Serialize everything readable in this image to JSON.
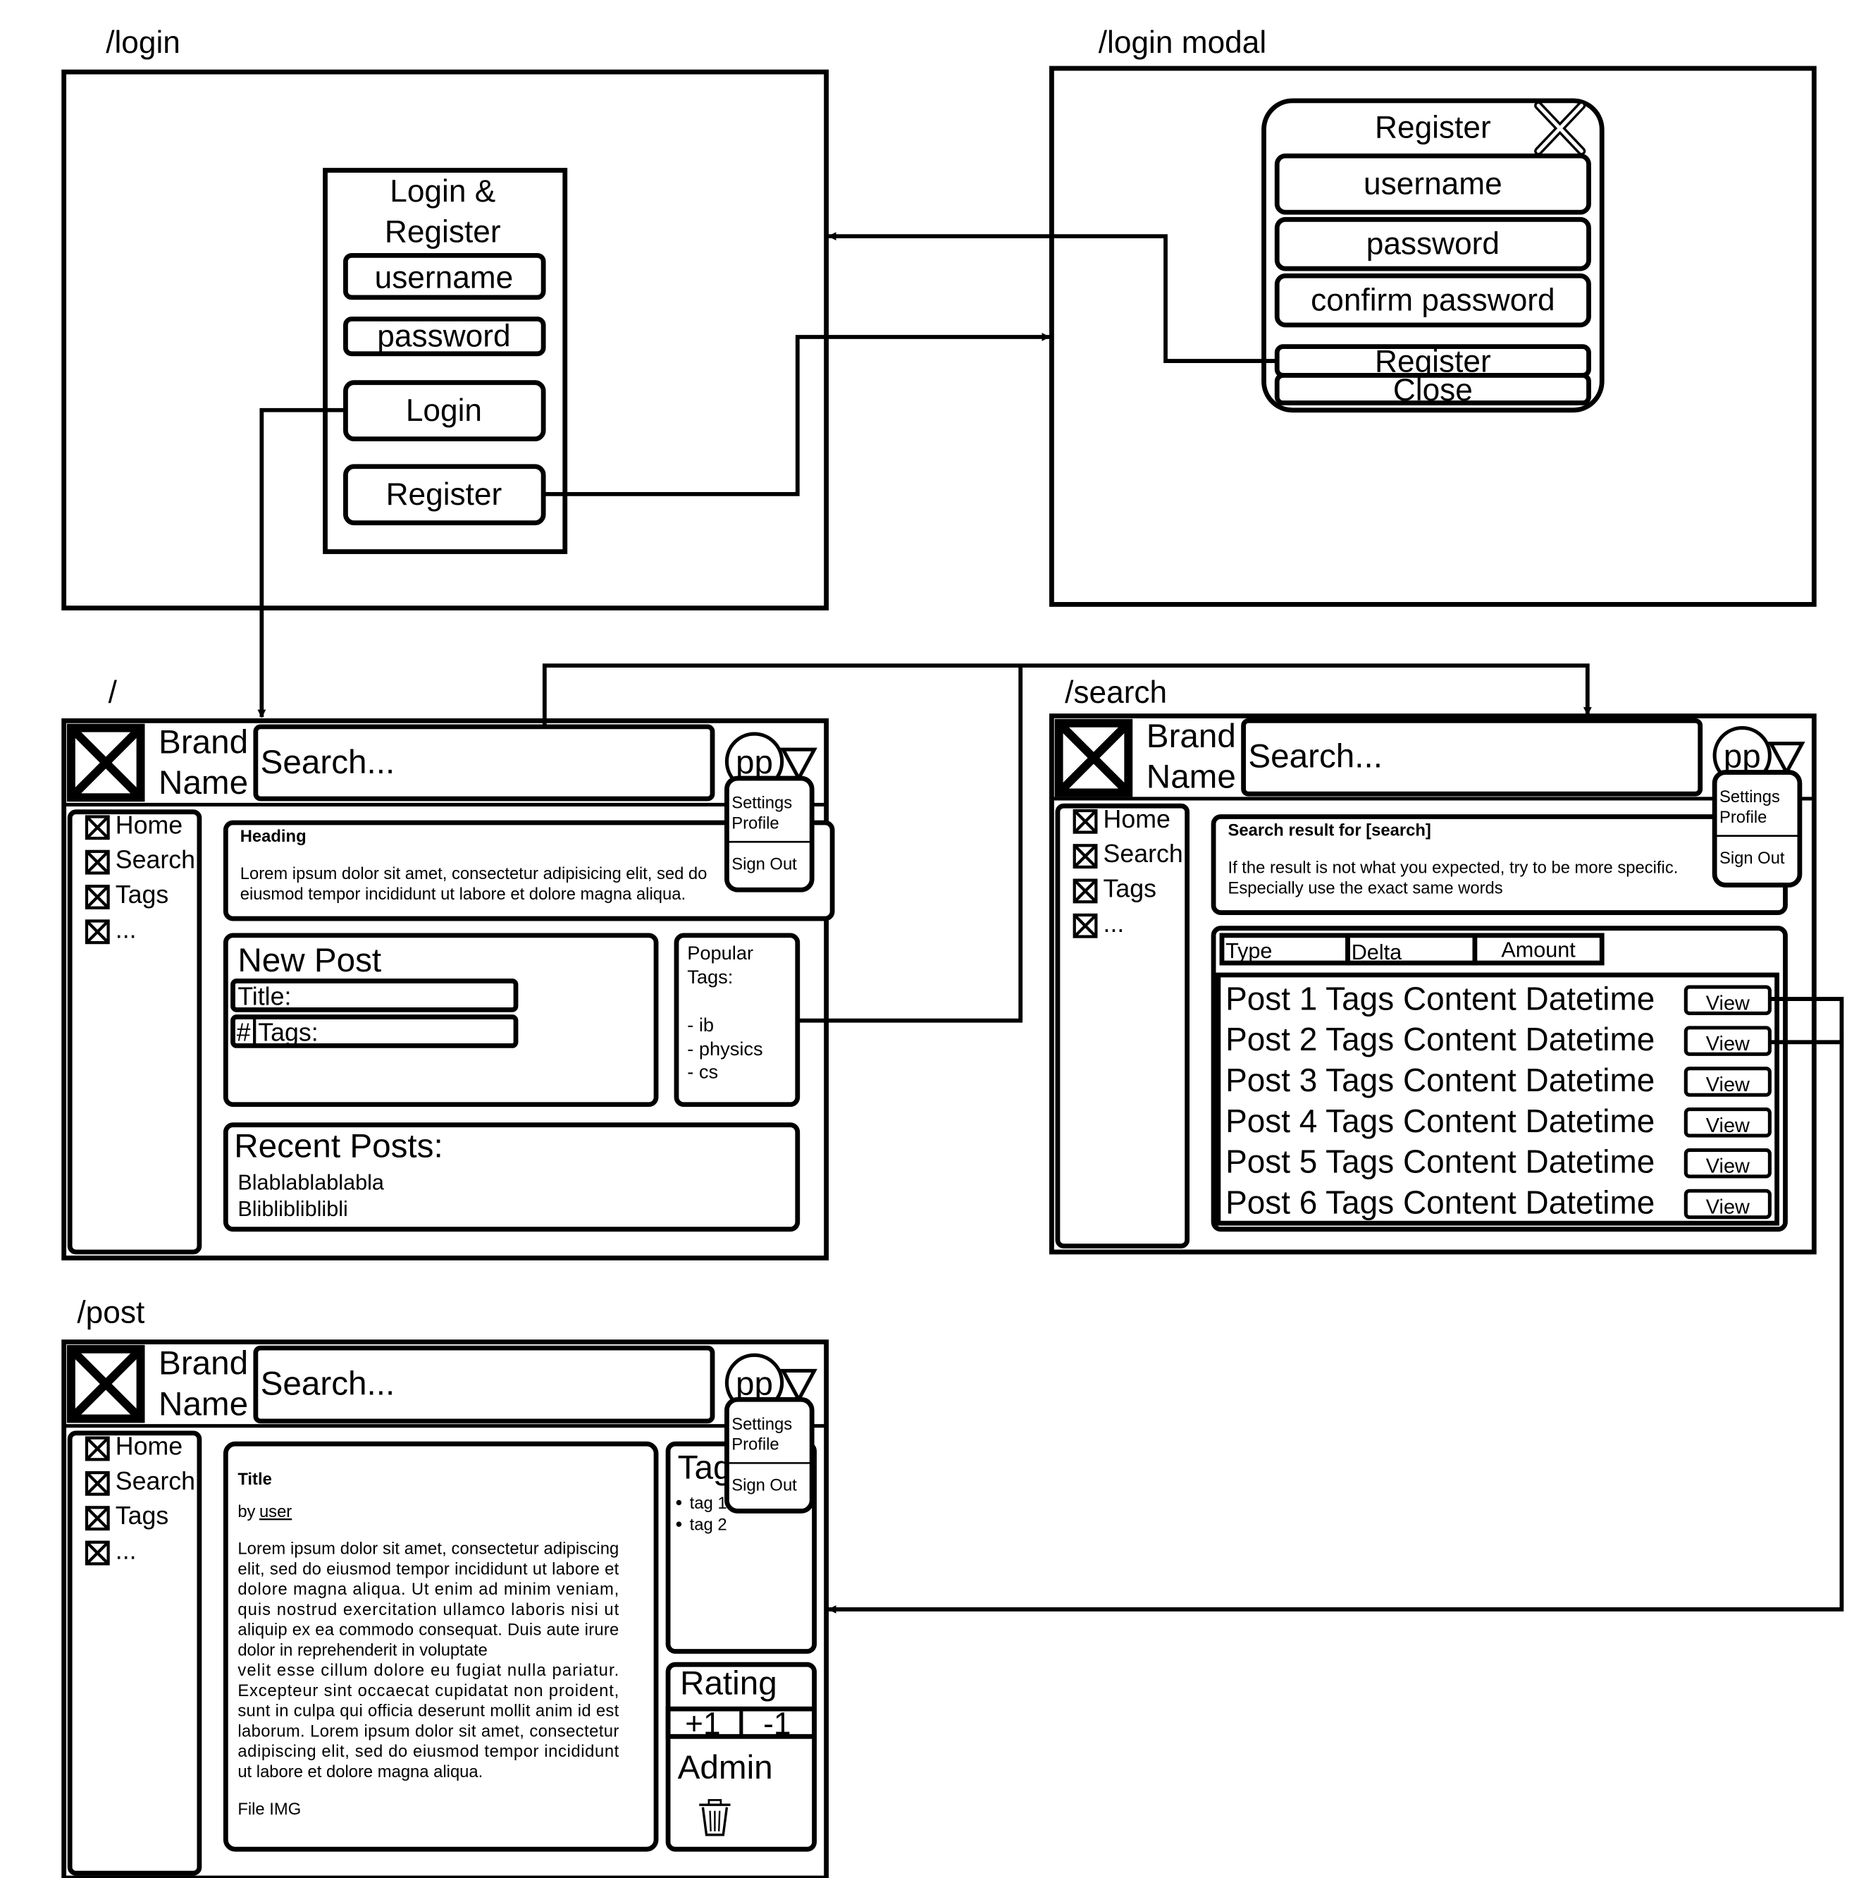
{
  "frames": {
    "login": {
      "title": "/login",
      "card_title_line1": "Login &",
      "card_title_line2": "Register",
      "username_field": "username",
      "password_field": "password",
      "login_button": "Login",
      "register_button": "Register"
    },
    "login_modal": {
      "title": "/login modal",
      "modal_title": "Register",
      "username_field": "username",
      "password_field": "password",
      "confirm_field": "confirm password",
      "register_button": "Register",
      "close_button": "Close"
    },
    "home": {
      "title": "/",
      "heading_title": "Heading",
      "heading_text_line1": "Lorem ipsum dolor sit amet, consectetur adipisicing elit, sed do",
      "heading_text_line2": "eiusmod tempor incididunt ut labore et dolore magna aliqua.",
      "new_post_title": "New Post",
      "title_field": "Title:",
      "hash_symbol": "#",
      "tags_field": "Tags:",
      "popular_tags_line1": "Popular",
      "popular_tags_line2": "Tags:",
      "popular_tags": [
        "- ib",
        "- physics",
        "- cs"
      ],
      "recent_posts_title": "Recent Posts:",
      "recent_posts": [
        "Blablablablabla",
        "Bliblibliblibli"
      ]
    },
    "search": {
      "title": "/search",
      "result_title": "Search result for [search]",
      "result_text_line1": "If the result is not what you expected, try to be more specific.",
      "result_text_line2": "Especially use the exact same words",
      "columns": [
        "Type",
        "Delta",
        "Amount"
      ],
      "rows": [
        "Post 1 Tags Content Datetime",
        "Post 2 Tags Content Datetime",
        "Post 3 Tags Content Datetime",
        "Post 4 Tags Content Datetime",
        "Post 5 Tags Content Datetime",
        "Post 6 Tags Content Datetime"
      ],
      "view_label": "View"
    },
    "post": {
      "title": "/post",
      "post_title": "Title",
      "by_prefix": "by",
      "author": "user",
      "body_lines": [
        "Lorem ipsum dolor sit amet, consectetur adipiscing",
        "elit, sed do eiusmod tempor incididunt ut labore et",
        "dolore magna aliqua. Ut enim ad minim veniam,",
        "quis nostrud exercitation ullamco laboris nisi ut",
        "aliquip ex ea commodo consequat. Duis aute irure",
        "dolor in reprehenderit in voluptate",
        "velit esse cillum dolore eu fugiat nulla pariatur.",
        "Excepteur sint occaecat cupidatat non proident,",
        "sunt in culpa qui officia deserunt mollit anim id est",
        "laborum. Lorem ipsum dolor sit amet, consectetur",
        "adipiscing elit, sed do eiusmod tempor incididunt",
        "ut labore et dolore magna aliqua."
      ],
      "file_img": "File IMG",
      "tags_heading": "Tag",
      "tags": [
        "tag 1",
        "tag 2"
      ],
      "rating_title": "Rating",
      "plus_one": "+1",
      "minus_one": "-1",
      "admin_title": "Admin",
      "delete_icon": "trash-icon"
    }
  },
  "common": {
    "brand_line1": "Brand",
    "brand_line2": "Name",
    "search_placeholder": "Search...",
    "avatar_label": "pp",
    "menu_settings": "Settings",
    "menu_profile": "Profile",
    "menu_sign_out": "Sign Out",
    "sidebar_items": [
      "Home",
      "Search",
      "Tags",
      "..."
    ],
    "logo_icon": "image-placeholder-icon",
    "dropdown_icon": "triangle-down-icon",
    "nav_item_icon": "crossed-box-icon",
    "close_icon": "x-close-icon"
  }
}
